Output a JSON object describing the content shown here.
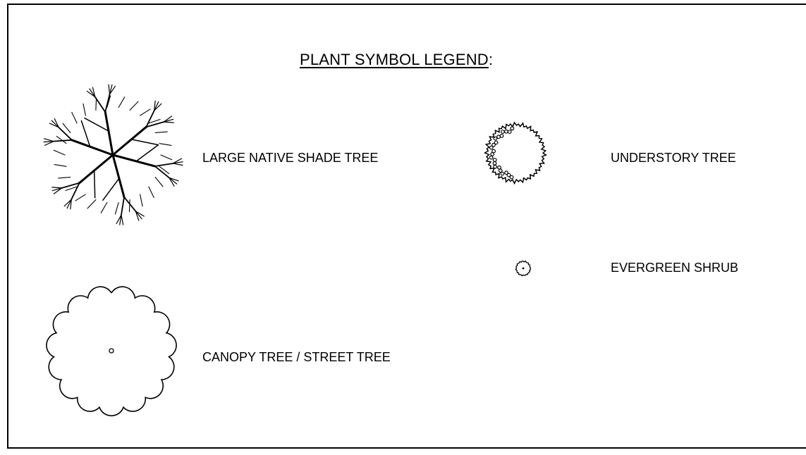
{
  "legend": {
    "title": "PLANT SYMBOL LEGEND",
    "title_suffix": ":",
    "items": [
      {
        "symbol": "large-native-shade-tree-icon",
        "label": "LARGE NATIVE SHADE TREE"
      },
      {
        "symbol": "canopy-tree-icon",
        "label": "CANOPY TREE / STREET TREE"
      },
      {
        "symbol": "understory-tree-icon",
        "label": "UNDERSTORY TREE"
      },
      {
        "symbol": "evergreen-shrub-icon",
        "label": "EVERGREEN SHRUB"
      }
    ]
  }
}
